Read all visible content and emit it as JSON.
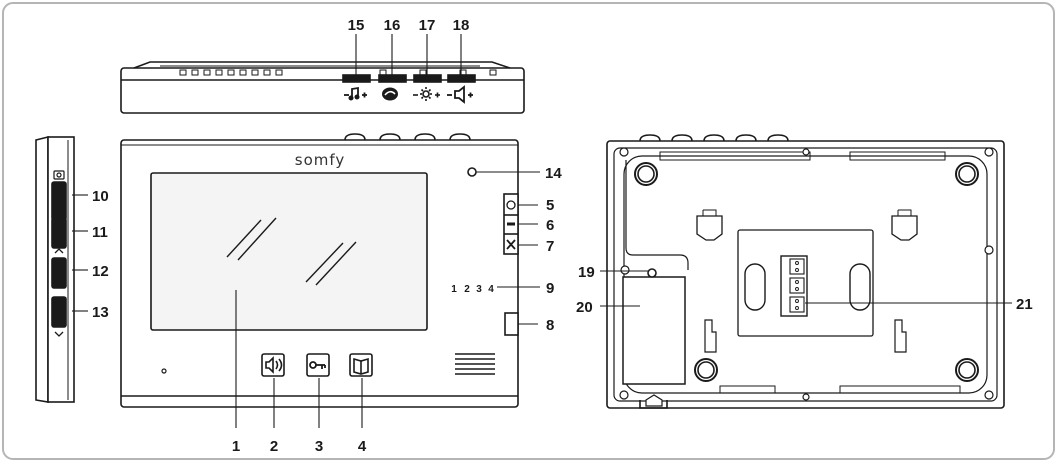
{
  "brand": "somfy",
  "callouts": {
    "c1": "1",
    "c2": "2",
    "c3": "3",
    "c4": "4",
    "c5": "5",
    "c6": "6",
    "c7": "7",
    "c8": "8",
    "c9": "9",
    "c10": "10",
    "c11": "11",
    "c12": "12",
    "c13": "13",
    "c14": "14",
    "c15": "15",
    "c16": "16",
    "c17": "17",
    "c18": "18",
    "c19": "19",
    "c20": "20",
    "c21": "21"
  },
  "led_indicator_labels": [
    "1",
    "2",
    "3",
    "4"
  ],
  "colors": {
    "frame": "#b5b5b5",
    "stroke": "#1a1a1a",
    "screen_fill": "#f4f4f4"
  },
  "icons": {
    "top_buttons": [
      "melody-volume-icon",
      "bell-icon",
      "brightness-icon",
      "speaker-volume-icon"
    ],
    "front_buttons": [
      "speaker-talk-icon",
      "key-icon",
      "book-icon"
    ],
    "side_buttons": [
      "camera-icon",
      "playback-icon",
      "up-arrow-icon",
      "down-arrow-icon"
    ]
  }
}
